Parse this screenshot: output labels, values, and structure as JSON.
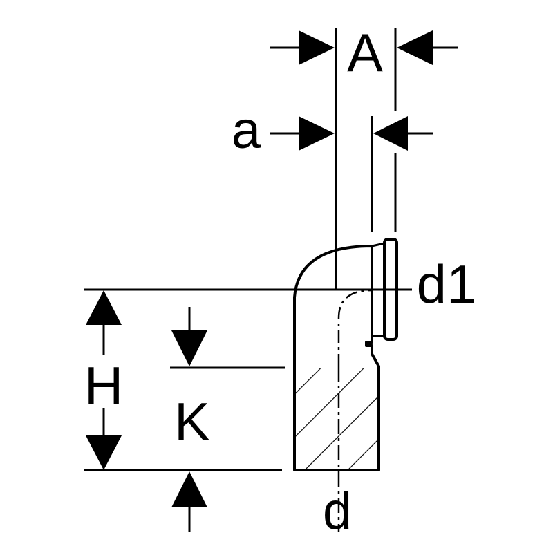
{
  "labels": {
    "A": "A",
    "a": "a",
    "d1": "d1",
    "H": "H",
    "K": "K",
    "d": "d"
  },
  "colors": {
    "ink": "#000000",
    "background": "#ffffff"
  }
}
